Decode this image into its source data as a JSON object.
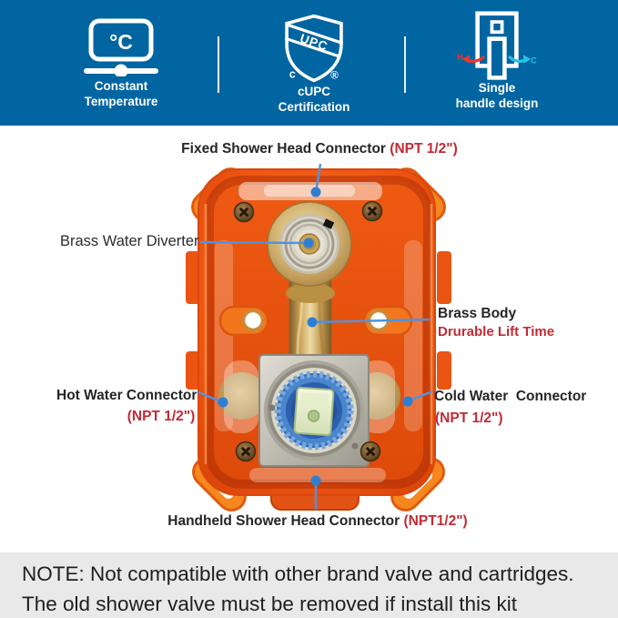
{
  "banner": {
    "bg_color": "#0065a1",
    "features": [
      {
        "id": "constant-temperature",
        "icon": "thermostat-slider-icon",
        "icon_label": "°C",
        "line1": "Constant",
        "line2": "Temperature"
      },
      {
        "id": "cupc-certification",
        "icon": "upc-shield-icon",
        "shield_prefix": "c",
        "shield_text": "UPC",
        "shield_suffix": "®",
        "line1": "cUPC",
        "line2": "Certification"
      },
      {
        "id": "single-handle-design",
        "icon": "single-handle-icon",
        "hot_letter": "H",
        "cold_letter": "C",
        "line1": "Single",
        "line2": "handle design"
      }
    ]
  },
  "diagram": {
    "callouts": {
      "fixed_top": {
        "label": "Fixed Shower Head Connector ",
        "spec": "(NPT 1/2\")"
      },
      "brass_water_diverter": {
        "label": "Brass Water Diverter"
      },
      "brass_body": {
        "label": "Brass Body",
        "sub": "Drurable Lift Time"
      },
      "hot_water": {
        "label": "Hot Water Connector",
        "spec": "(NPT 1/2\")"
      },
      "cold_water": {
        "label": "Cold Water  Connector",
        "spec": "(NPT 1/2\")"
      },
      "handheld_bottom": {
        "label": "Handheld Shower Head Connector ",
        "spec": "(NPT1/2\")"
      }
    },
    "colors": {
      "callout_line": "#4f93e0",
      "callout_dot": "#2e7fd4",
      "label_text": "#252525",
      "spec_red": "#c22b35",
      "valve_orange": "#f2611c",
      "brass": "#c9a25e",
      "cartridge_blue": "#3f7fca",
      "cartridge_block_green": "#e8efd2"
    }
  },
  "note": {
    "line1": "NOTE: Not compatible with other brand valve and cartridges.",
    "line2": "The old shower valve must be removed if install this kit",
    "bg_color": "#e9e9e9"
  }
}
